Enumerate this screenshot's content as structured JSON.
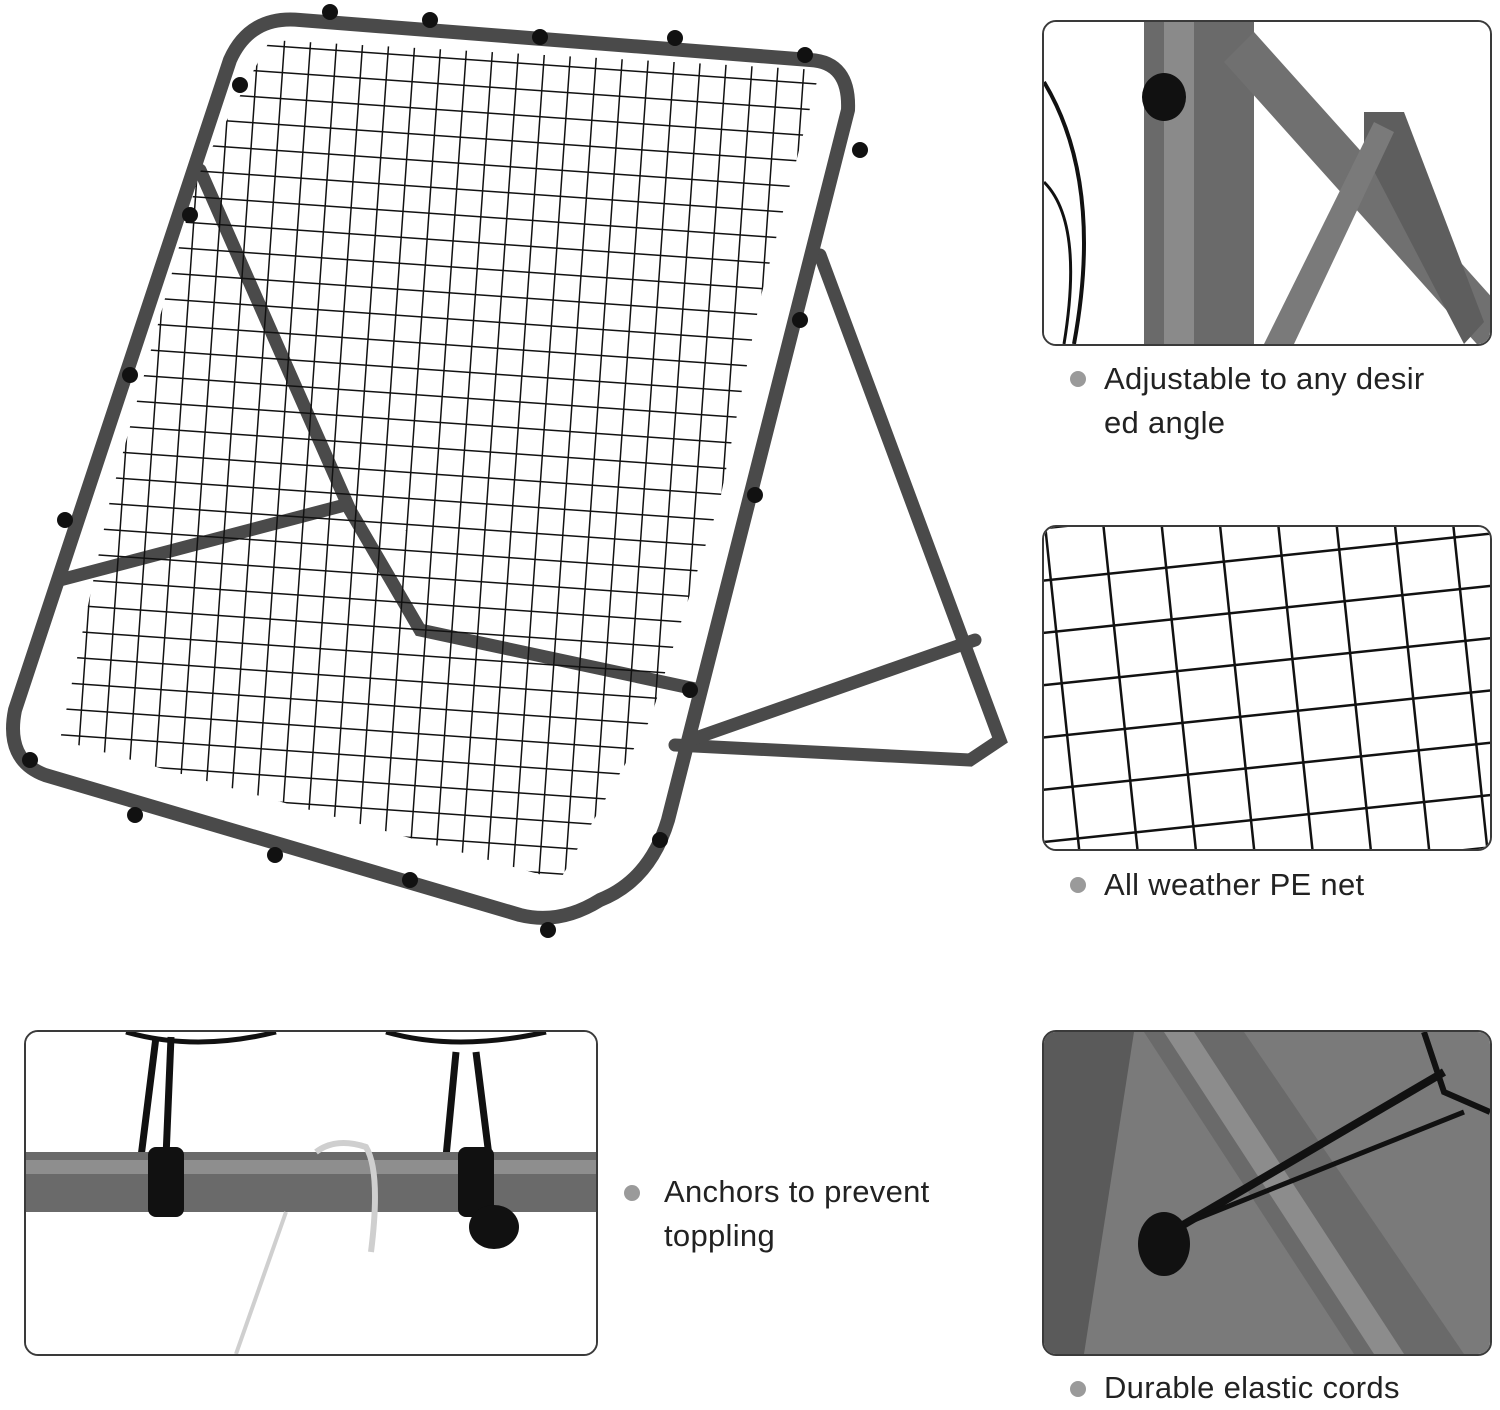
{
  "features": [
    {
      "id": "angle",
      "line1": "Adjustable to any desir",
      "line2": "ed angle"
    },
    {
      "id": "net",
      "line1": "All weather PE net",
      "line2": ""
    },
    {
      "id": "anchors",
      "line1": "Anchors to prevent",
      "line2": "toppling"
    },
    {
      "id": "cords",
      "line1": "Durable elastic cords",
      "line2": ""
    }
  ],
  "colors": {
    "frame": "#4a4a4a",
    "net": "#111111",
    "panel_border": "#3a3a3a",
    "bullet": "#9a9a9a",
    "text": "#222222"
  }
}
